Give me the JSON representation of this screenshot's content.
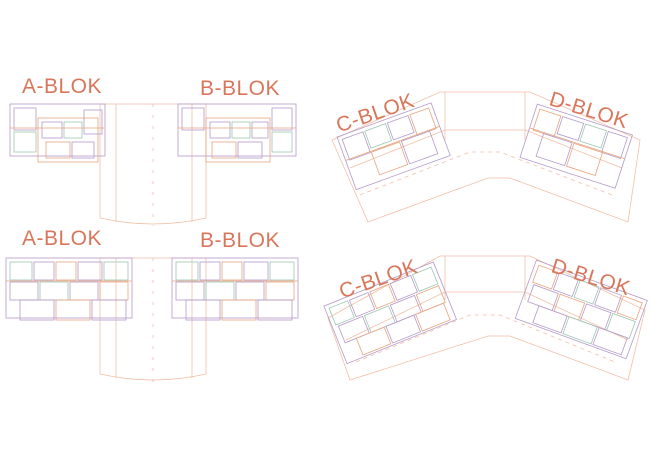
{
  "plans": {
    "top_left": {
      "left_label": "A-BLOK",
      "right_label": "B-BLOK"
    },
    "bottom_left": {
      "left_label": "A-BLOK",
      "right_label": "B-BLOK"
    },
    "top_right": {
      "left_label": "C-BLOK",
      "right_label": "D-BLOK"
    },
    "bottom_right": {
      "left_label": "C-BLOK",
      "right_label": "D-BLOK"
    }
  },
  "colors": {
    "label": "#d9765a",
    "outline": "#f2bfa6",
    "room": "#b49ac8",
    "wall": "#e8a37e",
    "detail": "#9bc7b0"
  }
}
